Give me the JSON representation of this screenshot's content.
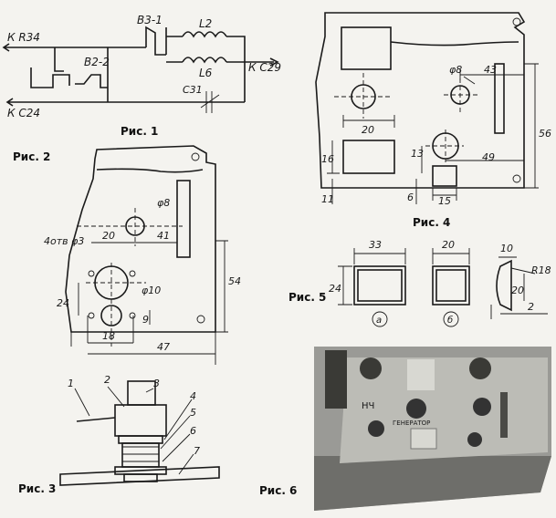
{
  "fig1": {
    "caption": "Рис. 1",
    "labels": {
      "r34": "К R34",
      "c24": "К С24",
      "c29": "К С29",
      "b31": "В3-1",
      "b22": "В2-2",
      "l2": "L2",
      "l6": "L6",
      "c31": "С31"
    }
  },
  "fig2": {
    "caption": "Рис. 2",
    "labels": {
      "holes": "4отв φ3",
      "d8": "φ8",
      "d10": "φ10",
      "d20": "20",
      "d41": "41",
      "d54": "54",
      "d24": "24",
      "d9": "9",
      "d18": "18",
      "d47": "47"
    }
  },
  "fig3": {
    "caption": "Рис. 3",
    "parts": [
      "1",
      "2",
      "3",
      "4",
      "5",
      "6",
      "7"
    ]
  },
  "fig4": {
    "caption": "Рис. 4",
    "labels": {
      "d8": "φ8",
      "d43": "43",
      "d56": "56",
      "d20": "20",
      "d16": "16",
      "d13": "13",
      "d49": "49",
      "d11": "11",
      "d6": "6",
      "d15": "15"
    }
  },
  "fig5": {
    "caption": "Рис. 5",
    "labels": {
      "d33": "33",
      "d20": "20",
      "d24": "24",
      "d10": "10",
      "r18": "R18",
      "d20b": "20",
      "d2": "2",
      "a": "а",
      "b": "б"
    }
  },
  "fig6": {
    "caption": "Рис. 6",
    "labels": {
      "hch": "НЧ",
      "gen": "ГЕНЕРАТОР"
    }
  }
}
